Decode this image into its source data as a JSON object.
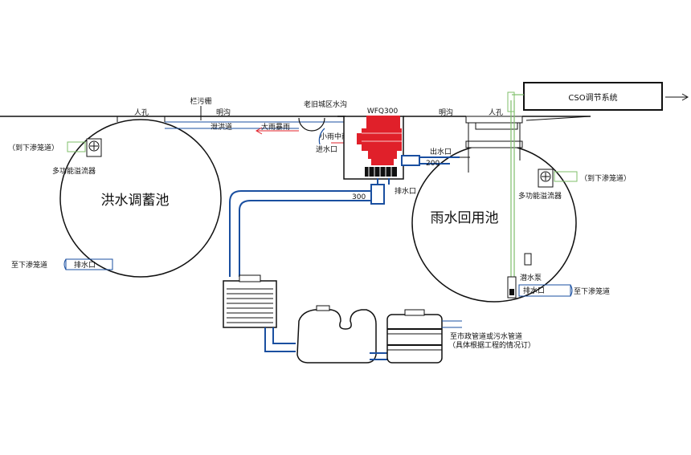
{
  "labels": {
    "cso": "CSO调节系统",
    "manhole_left": "人孔",
    "manhole_right": "人孔",
    "trash_rack": "栏污栅",
    "open_ditch_left": "明沟",
    "open_ditch_right": "明沟",
    "old_city_ditch": "老旧城区水沟",
    "wfq": "WFQ300",
    "flood_channel": "泄洪道",
    "heavy_rain": "大雨暴雨",
    "light_rain": "小雨中雨",
    "inlet": "进水口",
    "outlet": "出水口",
    "size_200": "200",
    "size_300": "300",
    "drain_mid": "排水口",
    "to_seepage_left": "（到下渗笼道）",
    "overflow_left": "多功能溢流器",
    "flood_pool": "洪水调蓄池",
    "to_seepage_left_bottom": "至下渗笼道",
    "drain_left": "排水口",
    "reuse_pool": "雨水回用池",
    "to_seepage_right": "（到下渗笼道）",
    "overflow_right": "多功能溢流器",
    "sub_pump": "潜水泵",
    "drain_right": "排水口",
    "to_seepage_right_bottom": "至下渗笼道",
    "to_municipal": "至市政管道或污水管道",
    "project_note": "（具体根据工程的情况订）"
  },
  "colors": {
    "pipe": "#1a4fa0",
    "device_red": "#e0202a",
    "overflow_green": "#7fbf6a",
    "line": "#111111"
  }
}
